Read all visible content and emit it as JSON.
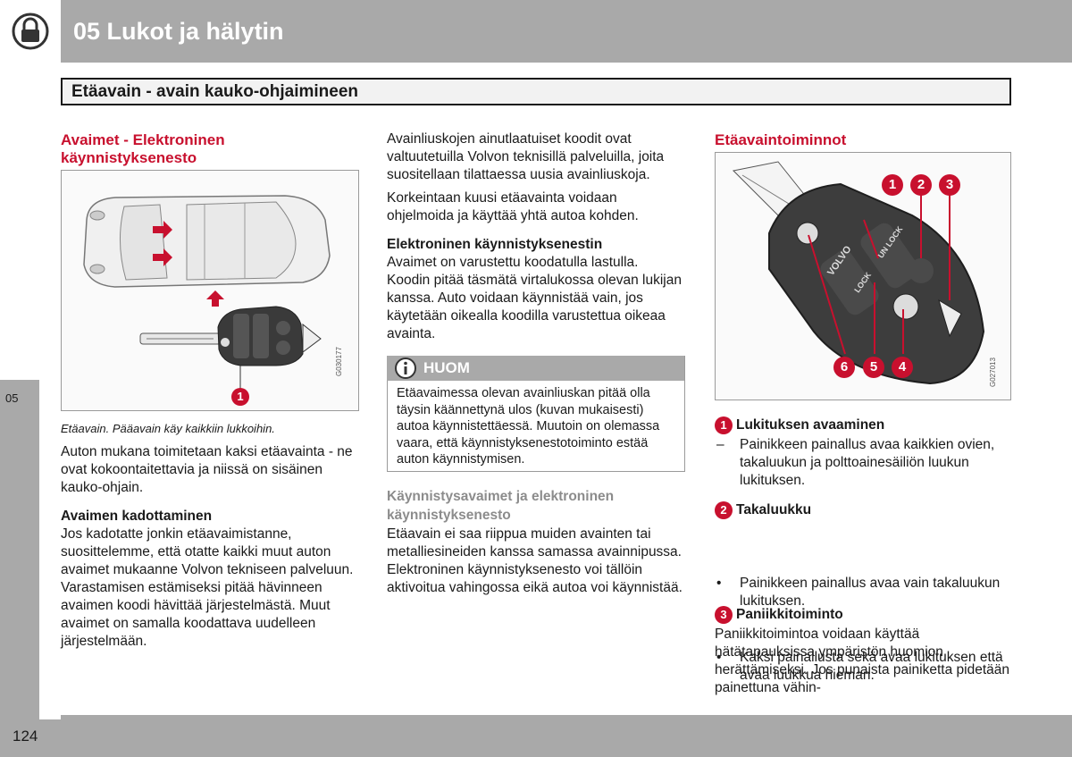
{
  "header": {
    "chapter_title": "05 Lukot ja hälytin",
    "section_title": "Etäavain - avain kauko-ohjaimineen",
    "icon": "padlock-icon"
  },
  "side_tab": {
    "label": "05"
  },
  "footer": {
    "page_number": "124"
  },
  "col1": {
    "heading": "Avaimet - Elektroninen käynnistyksenesto",
    "figure_code": "G030177",
    "figure_marker": "1",
    "caption": "Etäavain. Pääavain käy kaikkiin lukkoihin.",
    "para1": "Auton mukana toimitetaan kaksi etäavainta - ne ovat kokoontaitettavia ja niissä on sisäinen kauko-ohjain.",
    "subheading": "Avaimen kadottaminen",
    "para2": "Jos kadotatte jonkin etäavaimistanne, suosittelemme, että otatte kaikki muut auton avaimet mukaanne Volvon tekniseen palveluun. Varastamisen estämiseksi pitää hävinneen avaimen koodi hävittää järjestelmästä. Muut avaimet on samalla koodattava uudelleen järjestelmään."
  },
  "col2": {
    "para1": "Avainliuskojen ainutlaatuiset koodit ovat valtuutetuilla Volvon teknisillä palveluilla, joita suositellaan tilattaessa uusia avainliuskoja.",
    "para2": "Korkeintaan kuusi etäavainta voidaan ohjelmoida ja käyttää yhtä autoa kohden.",
    "subheading": "Elektroninen käynnistyksenestin",
    "para3": "Avaimet on varustettu koodatulla lastulla. Koodin pitää täsmätä virtalukossa olevan lukijan kanssa. Auto voidaan käynnistää vain, jos käytetään oikealla koodilla varustettua oikeaa avainta.",
    "note_title": "HUOM",
    "note_text": "Etäavaimessa olevan avainliuskan pitää olla täysin käännettynä ulos (kuvan mukaisesti) autoa käynnistettäessä. Muutoin on olemassa vaara, että käynnistyksenestotoiminto estää auton käynnistymisen.",
    "grey_heading": "Käynnistysavaimet ja elektroninen käynnistyksenesto",
    "para4": "Etäavain ei saa riippua muiden avainten tai metalliesineiden kanssa samassa avainnipussa. Elektroninen käynnistyksenesto voi tällöin aktivoitua vahingossa eikä autoa voi käynnistää."
  },
  "col3": {
    "heading": "Etäavaintoiminnot",
    "figure_code": "G027013",
    "markers": [
      "1",
      "2",
      "3",
      "6",
      "5",
      "4"
    ],
    "key_labels": {
      "brand": "VOLVO",
      "unlock": "UN LOCK",
      "lock": "LOCK"
    },
    "item1": {
      "num": "1",
      "title": "Lukituksen avaaminen",
      "text": "Painikkeen painallus avaa kaikkien ovien, takaluukun ja polttoainesäiliön luukun lukituksen.",
      "mark": "–"
    },
    "item2": {
      "num": "2",
      "title": "Takaluukku",
      "b1": "Painikkeen painallus avaa vain takaluukun lukituksen.",
      "b2": "Kaksi painallusta sekä avaa lukituksen että avaa luukkua hieman.",
      "mark": "•"
    },
    "item3": {
      "num": "3",
      "title": "Paniikkitoiminto",
      "text": "Paniikkitoimintoa voidaan käyttää hätätapauksissa ympäristön huomion herättämiseksi. Jos punaista painiketta pidetään painettuna vähin-"
    }
  }
}
